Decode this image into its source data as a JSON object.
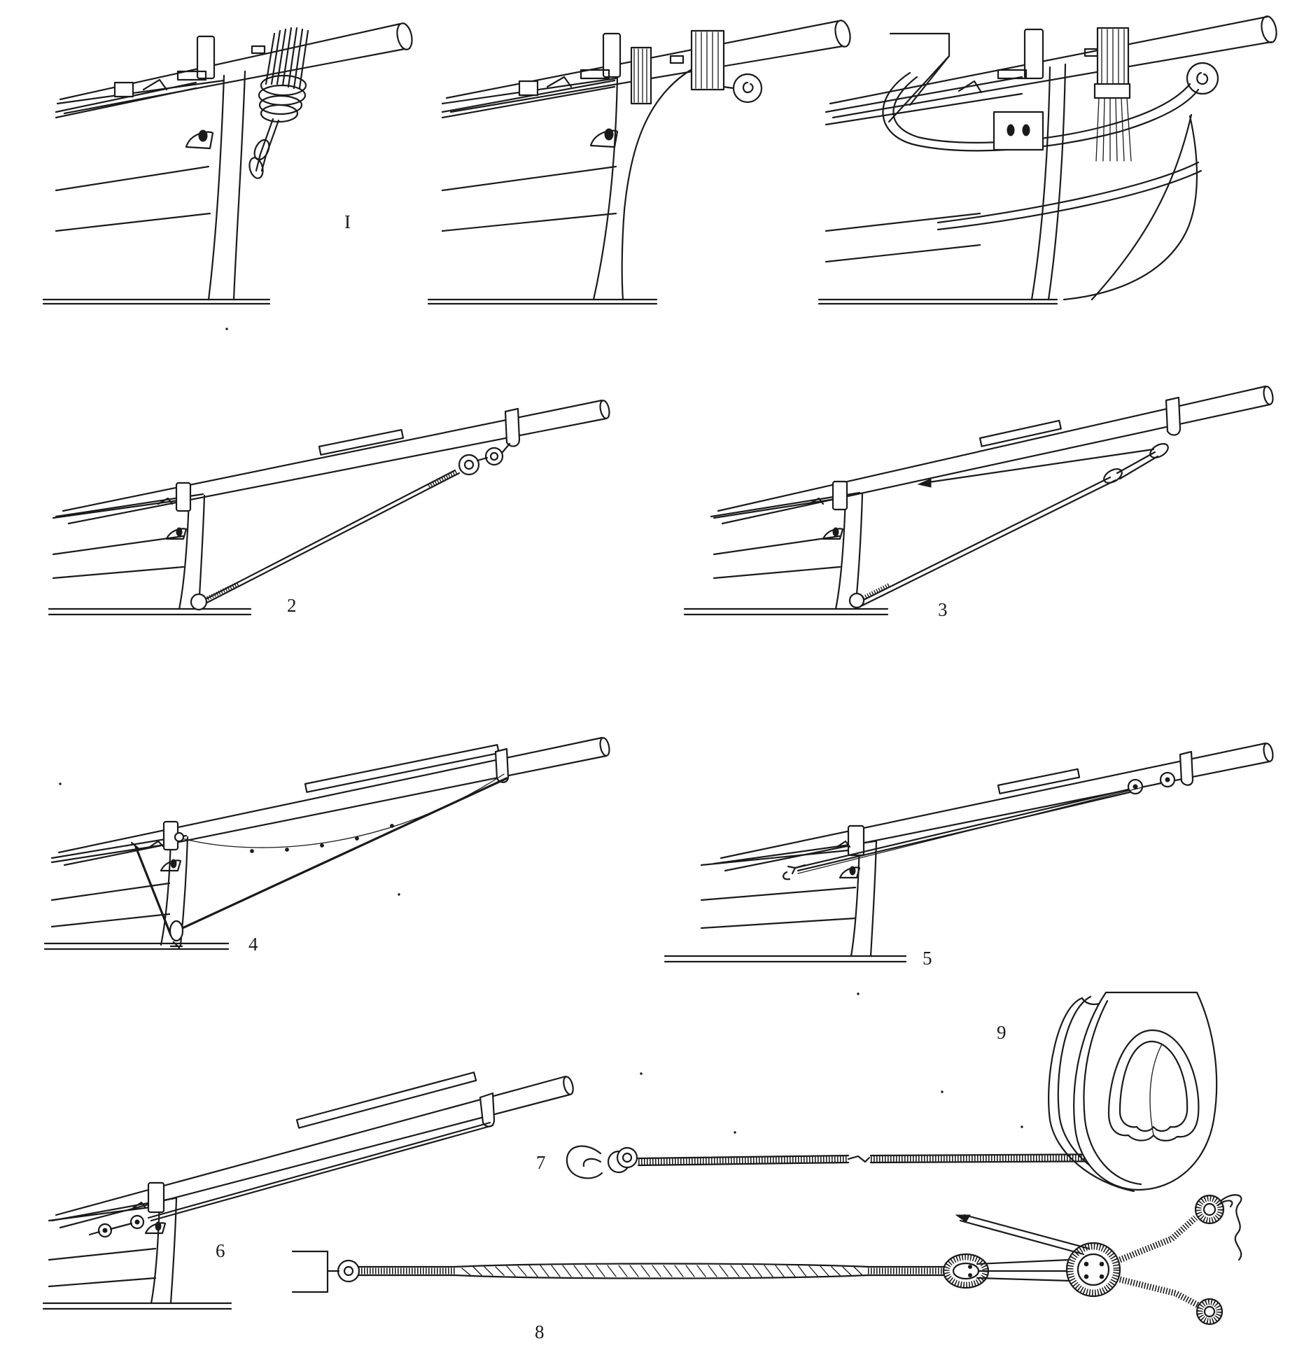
{
  "figures": [
    {
      "id": "1",
      "label": "I"
    },
    {
      "id": "2",
      "label": "2"
    },
    {
      "id": "3",
      "label": "3"
    },
    {
      "id": "4",
      "label": "4"
    },
    {
      "id": "5",
      "label": "5"
    },
    {
      "id": "6",
      "label": "6"
    },
    {
      "id": "7",
      "label": "7"
    },
    {
      "id": "8",
      "label": "8"
    },
    {
      "id": "9",
      "label": "9"
    }
  ]
}
